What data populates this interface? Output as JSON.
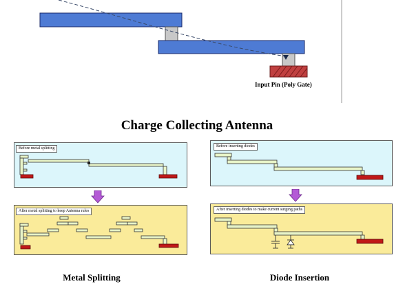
{
  "input_pin_label": "Input Pin (Poly Gate)",
  "title": "Charge Collecting Antenna",
  "left": {
    "before_label": "Before metal splitting",
    "after_label": "After metal splitting to keep Antenna rules",
    "caption": "Metal Splitting"
  },
  "right": {
    "before_label": "Before inserting diodes",
    "after_label": "After inserting diodes to make current surging paths",
    "caption": "Diode Insertion"
  },
  "colors": {
    "metal_blue": "#4e7bd4",
    "via_gray": "#c8c8c8",
    "pin_red": "#c04040",
    "panel_cyan": "#dcf6fb",
    "panel_yellow": "#faeb9a",
    "wire_green": "#e8f4c8",
    "wire_red": "#c01818",
    "arrow_purple": "#b45ad6"
  }
}
